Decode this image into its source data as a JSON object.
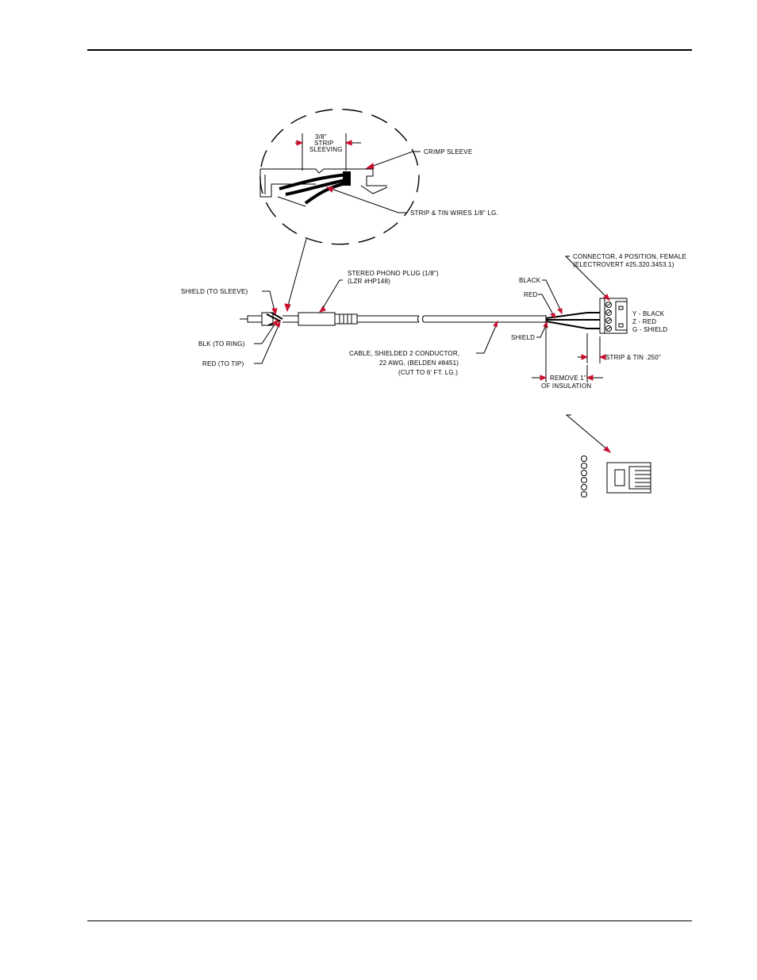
{
  "detail": {
    "dimension": "3/8\"",
    "strip": "STRIP",
    "sleeving": "SLEEVING",
    "crimp_sleeve": "CRIMP SLEEVE",
    "strip_tin_wires": "STRIP & TIN WIRES 1/8\" LG."
  },
  "plug": {
    "stereo_plug": "STEREO PHONO PLUG (1/8\")",
    "part_no": "(LZR #HP148)",
    "shield": "SHIELD (TO SLEEVE)",
    "blk": "BLK (TO RING)",
    "red": "RED (TO TIP)"
  },
  "cable": {
    "line1": "CABLE, SHIELDED 2 CONDUCTOR,",
    "line2": "22 AWG, (BELDEN #8451)",
    "line3": "(CUT TO 6' FT. LG.)"
  },
  "connector": {
    "title": "CONNECTOR, 4 POSITION, FEMALE",
    "part_no": "(ELECTROVERT #25.320.3453.1)",
    "wire_black": "BLACK",
    "wire_red": "RED",
    "wire_shield": "SHIELD",
    "pin_y": "Y - BLACK",
    "pin_z": "Z - RED",
    "pin_g": "G - SHIELD",
    "strip_tin": "STRIP & TIN .250\"",
    "remove": "REMOVE 1\"",
    "insulation": "OF INSULATION"
  },
  "colors": {
    "arrow": "#c8102e",
    "line": "#000000"
  }
}
